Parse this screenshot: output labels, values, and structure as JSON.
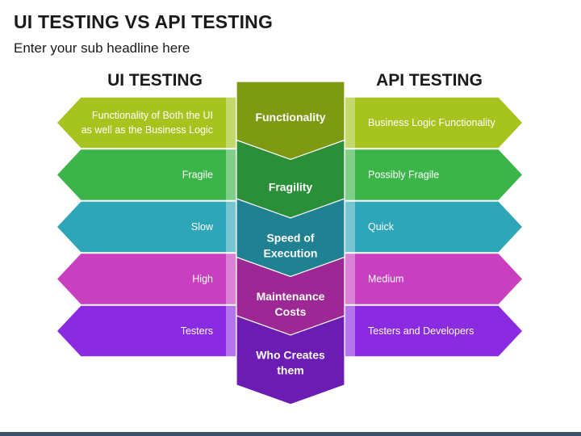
{
  "title": "UI TESTING VS API TESTING",
  "subtitle": "Enter your sub headline here",
  "columns": {
    "left": "UI TESTING",
    "right": "API TESTING"
  },
  "rows": [
    {
      "criterion": [
        "Functionality"
      ],
      "ui": [
        "Functionality of Both the UI",
        "as well as the Business Logic"
      ],
      "api": "Business Logic Functionality",
      "color": "#a6c41d",
      "color_dark": "#7d9a12"
    },
    {
      "criterion": [
        "Fragility"
      ],
      "ui": [
        "Fragile"
      ],
      "api": "Possibly Fragile",
      "color": "#3bb54a",
      "color_dark": "#2a8f38"
    },
    {
      "criterion": [
        "Speed of",
        "Execution"
      ],
      "ui": [
        "Slow"
      ],
      "api": "Quick",
      "color": "#2fa6b8",
      "color_dark": "#1f8191"
    },
    {
      "criterion": [
        "Maintenance",
        "Costs"
      ],
      "ui": [
        "High"
      ],
      "api": "Medium",
      "color": "#c83fc0",
      "color_dark": "#9c2795"
    },
    {
      "criterion": [
        "Who Creates",
        "them"
      ],
      "ui": [
        "Testers"
      ],
      "api": "Testers and Developers",
      "color": "#8a2be2",
      "color_dark": "#6a1cb3"
    }
  ]
}
